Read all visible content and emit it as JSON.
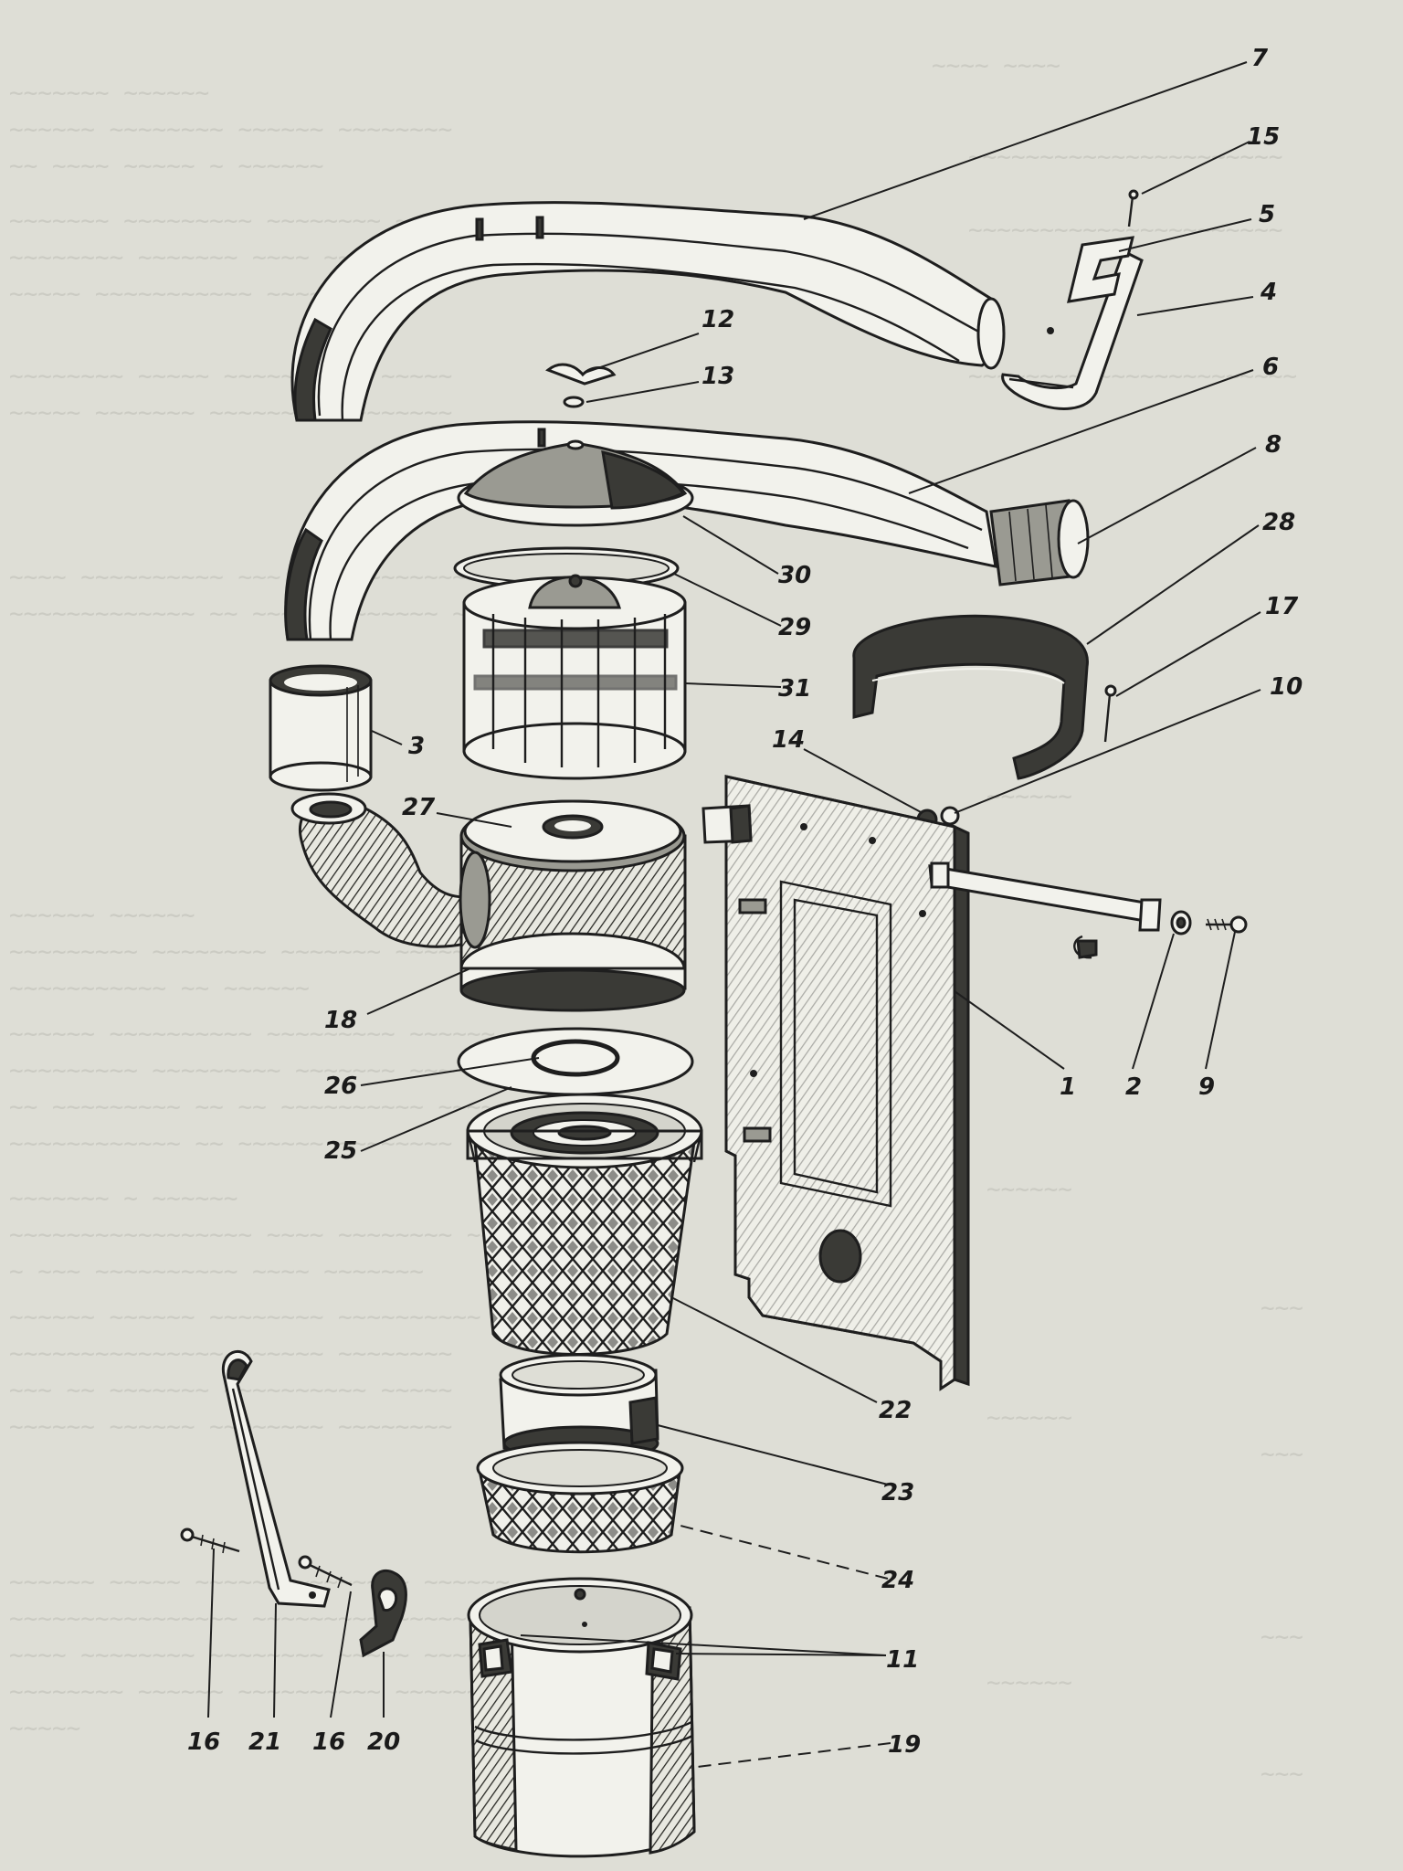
{
  "figure": {
    "colors": {
      "paper": "#deded6",
      "ink": "#1e1e1e",
      "shade": "#3a3a36"
    },
    "parts": [
      {
        "label": "1"
      },
      {
        "label": "2"
      },
      {
        "label": "3"
      },
      {
        "label": "4"
      },
      {
        "label": "5"
      },
      {
        "label": "6"
      },
      {
        "label": "7"
      },
      {
        "label": "8"
      },
      {
        "label": "9"
      },
      {
        "label": "10"
      },
      {
        "label": "11"
      },
      {
        "label": "12"
      },
      {
        "label": "13"
      },
      {
        "label": "14"
      },
      {
        "label": "15"
      },
      {
        "label": "16"
      },
      {
        "label": "17"
      },
      {
        "label": "18"
      },
      {
        "label": "19"
      },
      {
        "label": "20"
      },
      {
        "label": "21"
      },
      {
        "label": "22"
      },
      {
        "label": "23"
      },
      {
        "label": "24"
      },
      {
        "label": "25"
      },
      {
        "label": "26"
      },
      {
        "label": "27"
      },
      {
        "label": "28"
      },
      {
        "label": "29"
      },
      {
        "label": "30"
      },
      {
        "label": "31"
      }
    ]
  }
}
